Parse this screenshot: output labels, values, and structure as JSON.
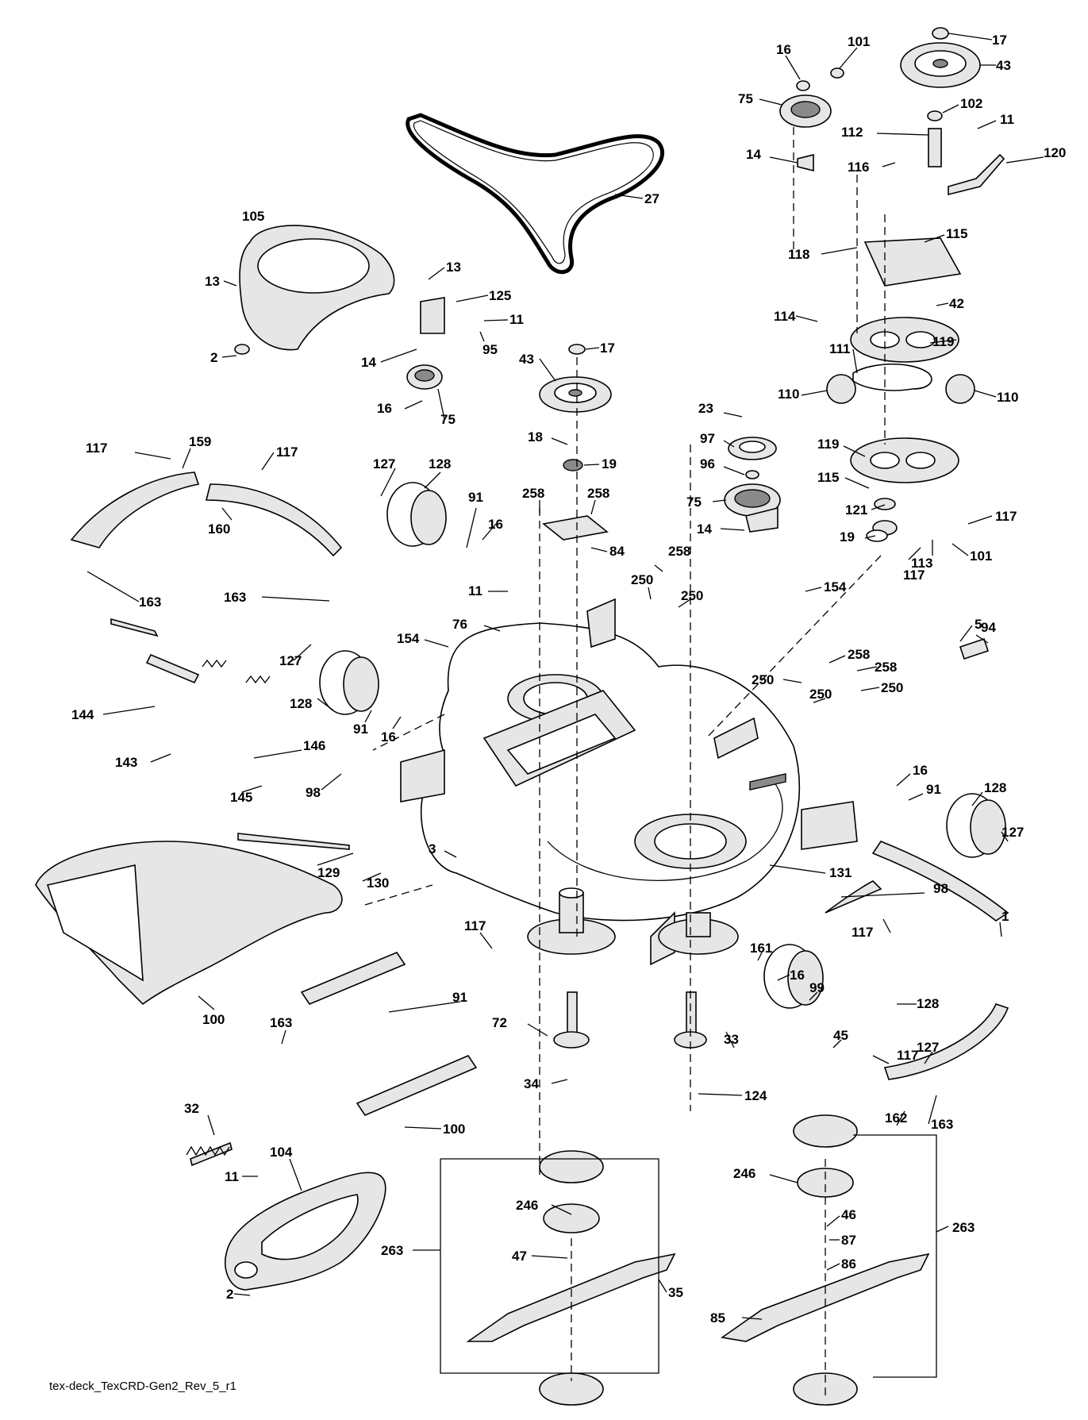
{
  "diagram": {
    "footer": "tex-deck_TexCRD-Gen2_Rev_5_r1",
    "callouts": [
      "17",
      "43",
      "16",
      "101",
      "75",
      "102",
      "112",
      "11",
      "14",
      "116",
      "120",
      "27",
      "105",
      "115",
      "118",
      "13",
      "125",
      "42",
      "114",
      "13",
      "11",
      "2",
      "95",
      "14",
      "43",
      "17",
      "119",
      "111",
      "110",
      "110",
      "16",
      "75",
      "23",
      "97",
      "18",
      "19",
      "96",
      "119",
      "117",
      "159",
      "117",
      "115",
      "127",
      "128",
      "160",
      "258",
      "258",
      "91",
      "75",
      "121",
      "117",
      "16",
      "14",
      "84",
      "19",
      "113",
      "101",
      "117",
      "163",
      "163",
      "258",
      "250",
      "250",
      "11",
      "154",
      "76",
      "5",
      "154",
      "258",
      "258",
      "94",
      "250",
      "127",
      "250",
      "250",
      "128",
      "144",
      "91",
      "16",
      "146",
      "143",
      "145",
      "98",
      "16",
      "91",
      "128",
      "127",
      "3",
      "129",
      "130",
      "131",
      "98",
      "1",
      "117",
      "117",
      "161",
      "16",
      "91",
      "99",
      "128",
      "163",
      "100",
      "72",
      "33",
      "45",
      "127",
      "117",
      "34",
      "124",
      "162",
      "163",
      "32",
      "100",
      "104",
      "11",
      "246",
      "46",
      "246",
      "87",
      "263",
      "263",
      "47",
      "86",
      "2",
      "35",
      "85"
    ],
    "icons": [
      "deck-housing-icon",
      "drive-belt-icon",
      "pulley-icon",
      "idler-pulley-icon",
      "spindle-icon",
      "blade-icon",
      "gauge-wheel-icon",
      "belt-cover-icon",
      "discharge-chute-icon",
      "bolt-icon",
      "nut-icon",
      "gear-icon",
      "spring-icon"
    ]
  }
}
